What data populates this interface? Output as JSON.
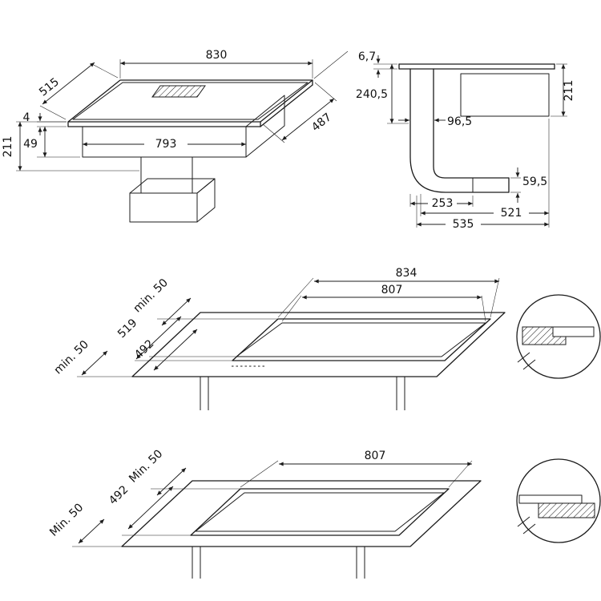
{
  "figure": {
    "iso_view": {
      "width_top": "830",
      "depth_top": "515",
      "glass_thickness": "4",
      "height_total": "211",
      "height_base": "49",
      "width_base": "793",
      "depth_base": "487"
    },
    "side_view": {
      "top_thickness": "6,7",
      "drop_height": "240,5",
      "unit_height": "211",
      "duct_width": "96,5",
      "duct_height": "59,5",
      "duct_length": "253",
      "depth_inner": "521",
      "depth_total": "535"
    },
    "flush_view": {
      "width_outer": "834",
      "width_cutout": "807",
      "clearance_rear": "min. 50",
      "depth_outer": "519",
      "depth_cutout": "492",
      "clearance_left": "min. 50"
    },
    "overlay_view": {
      "width_cutout": "807",
      "clearance_rear": "Min. 50",
      "depth_cutout": "492",
      "clearance_left": "Min. 50"
    }
  }
}
